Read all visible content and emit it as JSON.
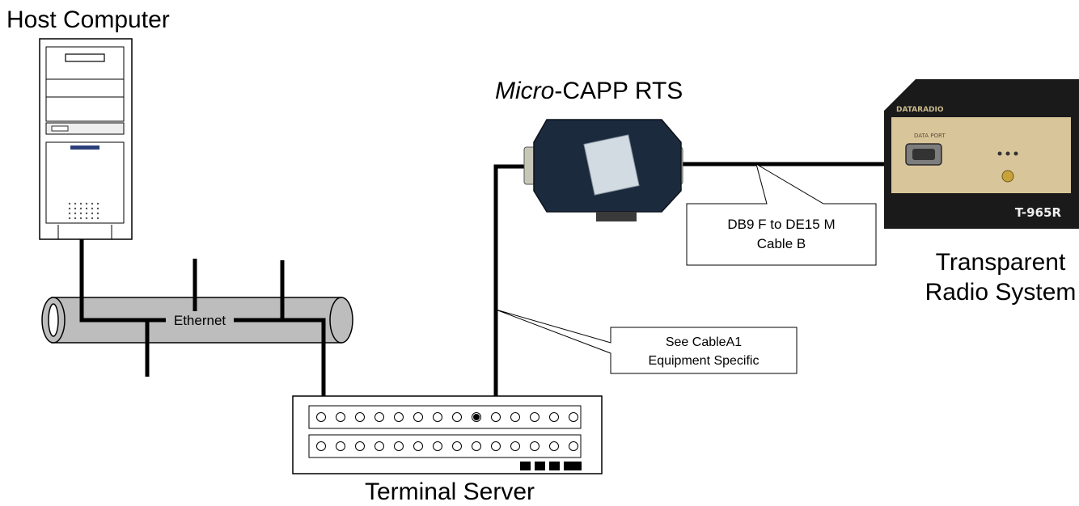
{
  "labels": {
    "host_computer": "Host Computer",
    "micro_capp_italic": "Micro",
    "micro_capp_rest": "-CAPP RTS",
    "transparent_line1": "Transparent",
    "transparent_line2": "Radio System",
    "terminal_server": "Terminal Server",
    "ethernet": "Ethernet"
  },
  "callouts": {
    "cable_b": {
      "line1": "DB9 F to DE15 M",
      "line2": "Cable B"
    },
    "cable_a1": {
      "line1": "See CableA1",
      "line2": "Equipment Specific"
    }
  },
  "device_markings": {
    "radio_brand": "DATARADIO",
    "radio_model": "T-965R",
    "radio_port_label": "DATA PORT"
  },
  "terminal_server": {
    "ports_per_row": 14,
    "rows": 2,
    "connected_port": {
      "row": 1,
      "index": 9
    }
  },
  "colors": {
    "background": "#ffffff",
    "line": "#000000",
    "ethernet_tube": "#bdbdbd",
    "capp_body": "#1c2a3d",
    "radio_front": "#d9c59a",
    "radio_panel": "#1a1a1a"
  }
}
